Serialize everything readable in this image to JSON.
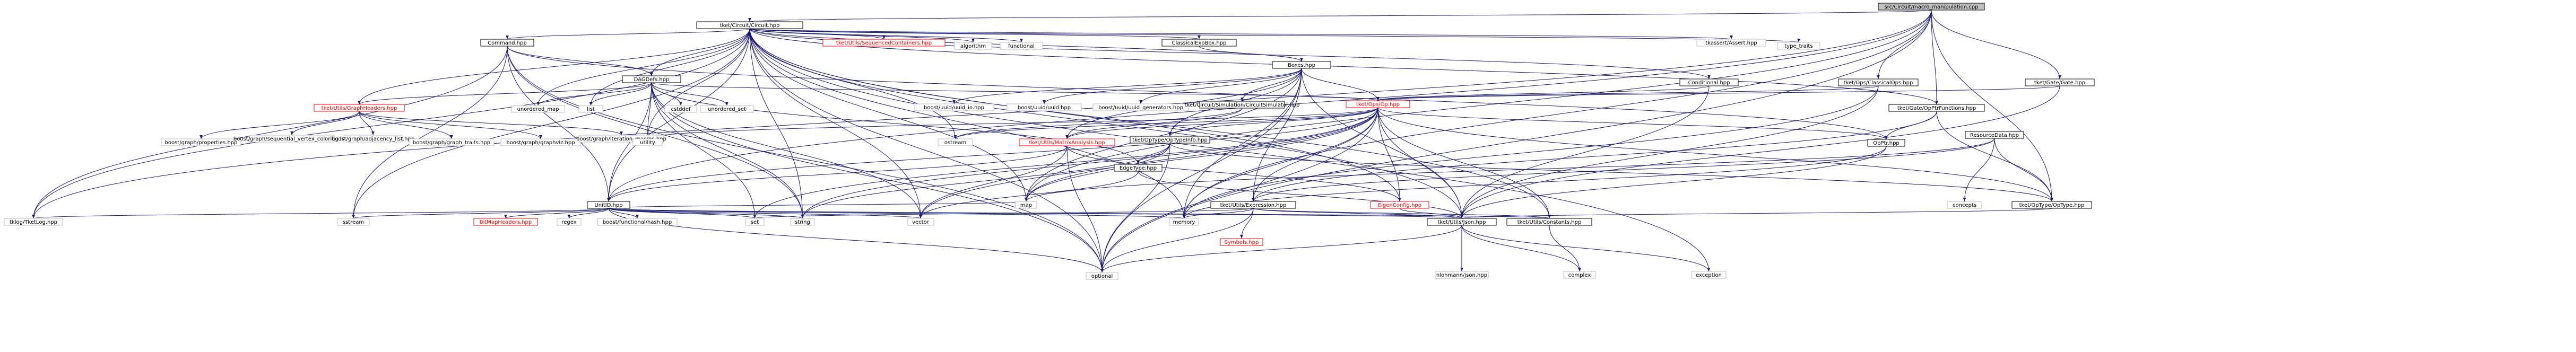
{
  "colors": {
    "edge": "#191970",
    "root_fill": "#bfbfbf",
    "linked_border": "#000000",
    "missing_border": "#bfbfbf",
    "truncated_border": "#ff0000"
  },
  "nodes": [
    {
      "id": "root",
      "label": "src/Circuit/macro_manipulation.cpp",
      "kind": "root"
    },
    {
      "id": "circuit_hpp",
      "label": "tket/Circuit/Circuit.hpp",
      "kind": "linked"
    },
    {
      "id": "classicalops_hpp",
      "label": "tket/Ops/ClassicalOps.hpp",
      "kind": "linked"
    },
    {
      "id": "gate_hpp",
      "label": "tket/Gate/Gate.hpp",
      "kind": "linked"
    },
    {
      "id": "seqcontainers",
      "label": "tket/Utils/SequencedContainers.hpp",
      "kind": "truncated"
    },
    {
      "id": "algorithm",
      "label": "algorithm",
      "kind": "missing"
    },
    {
      "id": "functional",
      "label": "functional",
      "kind": "missing"
    },
    {
      "id": "classicalexpbox",
      "label": "ClassicalExpBox.hpp",
      "kind": "linked"
    },
    {
      "id": "tkassert",
      "label": "tkassert/Assert.hpp",
      "kind": "missing"
    },
    {
      "id": "type_traits",
      "label": "type_traits",
      "kind": "missing"
    },
    {
      "id": "command_hpp",
      "label": "Command.hpp",
      "kind": "linked"
    },
    {
      "id": "dagdefs",
      "label": "DAGDefs.hpp",
      "kind": "linked"
    },
    {
      "id": "boxes_hpp",
      "label": "Boxes.hpp",
      "kind": "linked"
    },
    {
      "id": "conditional_hpp",
      "label": "Conditional.hpp",
      "kind": "linked"
    },
    {
      "id": "graphheaders",
      "label": "tket/Utils/GraphHeaders.hpp",
      "kind": "truncated"
    },
    {
      "id": "unordered_map",
      "label": "unordered_map",
      "kind": "missing"
    },
    {
      "id": "list",
      "label": "list",
      "kind": "missing"
    },
    {
      "id": "cstddef",
      "label": "cstddef",
      "kind": "missing"
    },
    {
      "id": "unordered_set",
      "label": "unordered_set",
      "kind": "missing"
    },
    {
      "id": "uuid_io",
      "label": "boost/uuid/uuid_io.hpp",
      "kind": "missing"
    },
    {
      "id": "uuid",
      "label": "boost/uuid/uuid.hpp",
      "kind": "missing"
    },
    {
      "id": "uuid_gen",
      "label": "boost/uuid/uuid_generators.hpp",
      "kind": "missing"
    },
    {
      "id": "circuitsim",
      "label": "tket/Circuit/Simulation/CircuitSimulator.hpp",
      "kind": "linked"
    },
    {
      "id": "op_hpp",
      "label": "tket/Ops/Op.hpp",
      "kind": "truncated"
    },
    {
      "id": "gateptrfuncs",
      "label": "tket/Gate/OpPtrFunctions.hpp",
      "kind": "linked"
    },
    {
      "id": "b_properties",
      "label": "boost/graph/properties.hpp",
      "kind": "missing"
    },
    {
      "id": "b_seqvertex",
      "label": "boost/graph/sequential_vertex_coloring.hpp",
      "kind": "missing"
    },
    {
      "id": "b_adjlist",
      "label": "boost/graph/adjacency_list.hpp",
      "kind": "missing"
    },
    {
      "id": "b_graphtraits",
      "label": "boost/graph/graph_traits.hpp",
      "kind": "missing"
    },
    {
      "id": "b_graphviz",
      "label": "boost/graph/graphviz.hpp",
      "kind": "missing"
    },
    {
      "id": "b_iteration",
      "label": "boost/graph/iteration_macros.hpp",
      "kind": "missing"
    },
    {
      "id": "utility",
      "label": "utility",
      "kind": "missing"
    },
    {
      "id": "ostream",
      "label": "ostream",
      "kind": "missing"
    },
    {
      "id": "matrixanalysis",
      "label": "tket/Utils/MatrixAnalysis.hpp",
      "kind": "truncated"
    },
    {
      "id": "optypeinfo",
      "label": "tket/OpType/OpTypeInfo.hpp",
      "kind": "linked"
    },
    {
      "id": "opptr",
      "label": "OpPtr.hpp",
      "kind": "linked"
    },
    {
      "id": "resourcedata",
      "label": "ResourceData.hpp",
      "kind": "linked"
    },
    {
      "id": "edgetype",
      "label": "EdgeType.hpp",
      "kind": "linked"
    },
    {
      "id": "unitid",
      "label": "UnitID.hpp",
      "kind": "linked"
    },
    {
      "id": "expression",
      "label": "tket/Utils/Expression.hpp",
      "kind": "linked"
    },
    {
      "id": "eigenconfig",
      "label": "EigenConfig.hpp",
      "kind": "truncated"
    },
    {
      "id": "concepts",
      "label": "concepts",
      "kind": "missing"
    },
    {
      "id": "optype",
      "label": "tket/OpType/OpType.hpp",
      "kind": "linked"
    },
    {
      "id": "tklog",
      "label": "tklog/TketLog.hpp",
      "kind": "missing"
    },
    {
      "id": "sstream",
      "label": "sstream",
      "kind": "missing"
    },
    {
      "id": "bitmapheaders",
      "label": "BitMapHeaders.hpp",
      "kind": "truncated"
    },
    {
      "id": "regex",
      "label": "regex",
      "kind": "missing"
    },
    {
      "id": "b_hash",
      "label": "boost/functional/hash.hpp",
      "kind": "missing"
    },
    {
      "id": "set",
      "label": "set",
      "kind": "missing"
    },
    {
      "id": "string",
      "label": "string",
      "kind": "missing"
    },
    {
      "id": "vector",
      "label": "vector",
      "kind": "missing"
    },
    {
      "id": "map",
      "label": "map",
      "kind": "missing"
    },
    {
      "id": "memory",
      "label": "memory",
      "kind": "missing"
    },
    {
      "id": "symbols",
      "label": "Symbols.hpp",
      "kind": "truncated"
    },
    {
      "id": "json_hpp",
      "label": "tket/Utils/Json.hpp",
      "kind": "linked"
    },
    {
      "id": "constants",
      "label": "tket/Utils/Constants.hpp",
      "kind": "linked"
    },
    {
      "id": "optional",
      "label": "optional",
      "kind": "missing"
    },
    {
      "id": "nlohmann",
      "label": "nlohmann/json.hpp",
      "kind": "missing"
    },
    {
      "id": "complex",
      "label": "complex",
      "kind": "missing"
    },
    {
      "id": "exception",
      "label": "exception",
      "kind": "missing"
    }
  ],
  "edges": [
    [
      "root",
      "circuit_hpp"
    ],
    [
      "root",
      "classicalops_hpp"
    ],
    [
      "root",
      "gate_hpp"
    ],
    [
      "root",
      "gateptrfuncs"
    ],
    [
      "root",
      "optype"
    ],
    [
      "root",
      "memory"
    ],
    [
      "root",
      "tklog"
    ],
    [
      "root",
      "optional"
    ],
    [
      "root",
      "unitid"
    ],
    [
      "root",
      "map"
    ],
    [
      "circuit_hpp",
      "seqcontainers"
    ],
    [
      "circuit_hpp",
      "algorithm"
    ],
    [
      "circuit_hpp",
      "functional"
    ],
    [
      "circuit_hpp",
      "classicalexpbox"
    ],
    [
      "circuit_hpp",
      "tkassert"
    ],
    [
      "circuit_hpp",
      "type_traits"
    ],
    [
      "circuit_hpp",
      "command_hpp"
    ],
    [
      "circuit_hpp",
      "dagdefs"
    ],
    [
      "circuit_hpp",
      "boxes_hpp"
    ],
    [
      "circuit_hpp",
      "conditional_hpp"
    ],
    [
      "circuit_hpp",
      "graphheaders"
    ],
    [
      "circuit_hpp",
      "unordered_map"
    ],
    [
      "circuit_hpp",
      "list"
    ],
    [
      "circuit_hpp",
      "gateptrfuncs"
    ],
    [
      "circuit_hpp",
      "ostream"
    ],
    [
      "circuit_hpp",
      "utility"
    ],
    [
      "circuit_hpp",
      "unitid"
    ],
    [
      "circuit_hpp",
      "string"
    ],
    [
      "circuit_hpp",
      "vector"
    ],
    [
      "circuit_hpp",
      "sstream"
    ],
    [
      "circuit_hpp",
      "tklog"
    ],
    [
      "circuit_hpp",
      "optional"
    ],
    [
      "circuit_hpp",
      "json_hpp"
    ],
    [
      "circuit_hpp",
      "constants"
    ],
    [
      "circuit_hpp",
      "exception"
    ],
    [
      "circuit_hpp",
      "eigenconfig"
    ],
    [
      "circuit_hpp",
      "memory"
    ],
    [
      "circuit_hpp",
      "map"
    ],
    [
      "classicalops_hpp",
      "op_hpp"
    ],
    [
      "classicalops_hpp",
      "json_hpp"
    ],
    [
      "classicalops_hpp",
      "memory"
    ],
    [
      "gate_hpp",
      "op_hpp"
    ],
    [
      "gate_hpp",
      "json_hpp"
    ],
    [
      "classicalexpbox",
      "boxes_hpp"
    ],
    [
      "command_hpp",
      "dagdefs"
    ],
    [
      "command_hpp",
      "unitid"
    ],
    [
      "command_hpp",
      "opptr"
    ],
    [
      "command_hpp",
      "tklog"
    ],
    [
      "command_hpp",
      "sstream"
    ],
    [
      "command_hpp",
      "optional"
    ],
    [
      "command_hpp",
      "string"
    ],
    [
      "dagdefs",
      "graphheaders"
    ],
    [
      "dagdefs",
      "unordered_map"
    ],
    [
      "dagdefs",
      "list"
    ],
    [
      "dagdefs",
      "cstddef"
    ],
    [
      "dagdefs",
      "unordered_set"
    ],
    [
      "dagdefs",
      "utility"
    ],
    [
      "dagdefs",
      "op_hpp"
    ],
    [
      "dagdefs",
      "edgetype"
    ],
    [
      "dagdefs",
      "unitid"
    ],
    [
      "dagdefs",
      "set"
    ],
    [
      "dagdefs",
      "string"
    ],
    [
      "dagdefs",
      "vector"
    ],
    [
      "dagdefs",
      "optional"
    ],
    [
      "boxes_hpp",
      "uuid_io"
    ],
    [
      "boxes_hpp",
      "uuid"
    ],
    [
      "boxes_hpp",
      "uuid_gen"
    ],
    [
      "boxes_hpp",
      "circuitsim"
    ],
    [
      "boxes_hpp",
      "op_hpp"
    ],
    [
      "boxes_hpp",
      "optypeinfo"
    ],
    [
      "boxes_hpp",
      "matrixanalysis"
    ],
    [
      "boxes_hpp",
      "expression"
    ],
    [
      "boxes_hpp",
      "json_hpp"
    ],
    [
      "boxes_hpp",
      "map"
    ],
    [
      "boxes_hpp",
      "memory"
    ],
    [
      "boxes_hpp",
      "optional"
    ],
    [
      "conditional_hpp",
      "op_hpp"
    ],
    [
      "conditional_hpp",
      "json_hpp"
    ],
    [
      "graphheaders",
      "b_properties"
    ],
    [
      "graphheaders",
      "b_seqvertex"
    ],
    [
      "graphheaders",
      "b_adjlist"
    ],
    [
      "graphheaders",
      "b_graphtraits"
    ],
    [
      "graphheaders",
      "b_graphviz"
    ],
    [
      "graphheaders",
      "b_iteration"
    ],
    [
      "circuitsim",
      "matrixanalysis"
    ],
    [
      "circuitsim",
      "ostream"
    ],
    [
      "op_hpp",
      "utility"
    ],
    [
      "op_hpp",
      "optypeinfo"
    ],
    [
      "op_hpp",
      "opptr"
    ],
    [
      "op_hpp",
      "matrixanalysis"
    ],
    [
      "op_hpp",
      "expression"
    ],
    [
      "op_hpp",
      "eigenconfig"
    ],
    [
      "op_hpp",
      "json_hpp"
    ],
    [
      "op_hpp",
      "constants"
    ],
    [
      "op_hpp",
      "optype"
    ],
    [
      "op_hpp",
      "unitid"
    ],
    [
      "op_hpp",
      "set"
    ],
    [
      "op_hpp",
      "string"
    ],
    [
      "op_hpp",
      "vector"
    ],
    [
      "op_hpp",
      "map"
    ],
    [
      "op_hpp",
      "memory"
    ],
    [
      "op_hpp",
      "optional"
    ],
    [
      "op_hpp",
      "ostream"
    ],
    [
      "gateptrfuncs",
      "opptr"
    ],
    [
      "gateptrfuncs",
      "expression"
    ],
    [
      "gateptrfuncs",
      "optype"
    ],
    [
      "matrixanalysis",
      "unitid"
    ],
    [
      "matrixanalysis",
      "eigenconfig"
    ],
    [
      "matrixanalysis",
      "vector"
    ],
    [
      "matrixanalysis",
      "optional"
    ],
    [
      "optypeinfo",
      "edgetype"
    ],
    [
      "optypeinfo",
      "optype"
    ],
    [
      "optypeinfo",
      "map"
    ],
    [
      "optypeinfo",
      "string"
    ],
    [
      "optypeinfo",
      "optional"
    ],
    [
      "opptr",
      "json_hpp"
    ],
    [
      "opptr",
      "memory"
    ],
    [
      "resourcedata",
      "concepts"
    ],
    [
      "resourcedata",
      "optype"
    ],
    [
      "resourcedata",
      "map"
    ],
    [
      "resourcedata",
      "expression"
    ],
    [
      "edgetype",
      "json_hpp"
    ],
    [
      "edgetype",
      "vector"
    ],
    [
      "unitid",
      "tklog"
    ],
    [
      "unitid",
      "sstream"
    ],
    [
      "unitid",
      "bitmapheaders"
    ],
    [
      "unitid",
      "regex"
    ],
    [
      "unitid",
      "b_hash"
    ],
    [
      "unitid",
      "set"
    ],
    [
      "unitid",
      "string"
    ],
    [
      "unitid",
      "vector"
    ],
    [
      "unitid",
      "map"
    ],
    [
      "unitid",
      "memory"
    ],
    [
      "unitid",
      "optional"
    ],
    [
      "unitid",
      "json_hpp"
    ],
    [
      "unitid",
      "constants"
    ],
    [
      "expression",
      "symbols"
    ],
    [
      "expression",
      "set"
    ],
    [
      "expression",
      "memory"
    ],
    [
      "expression",
      "optional"
    ],
    [
      "expression",
      "json_hpp"
    ],
    [
      "expression",
      "constants"
    ],
    [
      "eigenconfig",
      "json_hpp"
    ],
    [
      "optype",
      "json_hpp"
    ],
    [
      "json_hpp",
      "nlohmann"
    ],
    [
      "json_hpp",
      "optional"
    ],
    [
      "json_hpp",
      "complex"
    ],
    [
      "json_hpp",
      "exception"
    ],
    [
      "constants",
      "complex"
    ]
  ]
}
